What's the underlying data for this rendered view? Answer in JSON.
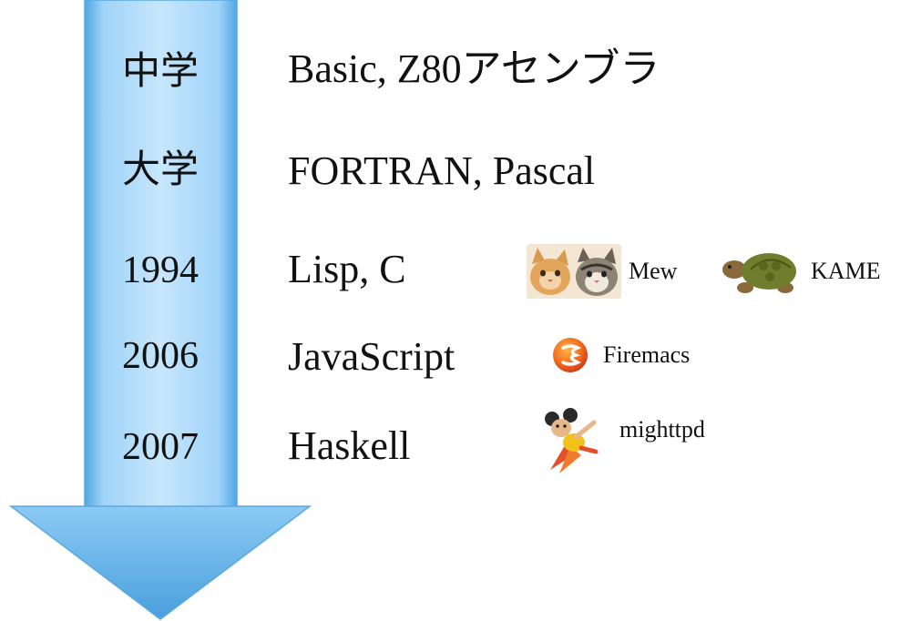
{
  "timeline": {
    "rows": [
      {
        "period": "中学",
        "languages": "Basic, Z80アセンブラ",
        "tools": []
      },
      {
        "period": "大学",
        "languages": "FORTRAN, Pascal",
        "tools": []
      },
      {
        "period": "1994",
        "languages": "Lisp, C",
        "tools": [
          {
            "name": "Mew",
            "icon": "cats-icon"
          },
          {
            "name": "KAME",
            "icon": "turtle-icon"
          }
        ]
      },
      {
        "period": "2006",
        "languages": "JavaScript",
        "tools": [
          {
            "name": "Firemacs",
            "icon": "firemacs-icon"
          }
        ]
      },
      {
        "period": "2007",
        "languages": "Haskell",
        "tools": [
          {
            "name": "mighttpd",
            "icon": "mighty-mouse-icon"
          }
        ]
      }
    ]
  },
  "colors": {
    "arrow_light": "#bfe3fb",
    "arrow_mid": "#7cc3f3",
    "arrow_dark": "#4a9fdc"
  }
}
